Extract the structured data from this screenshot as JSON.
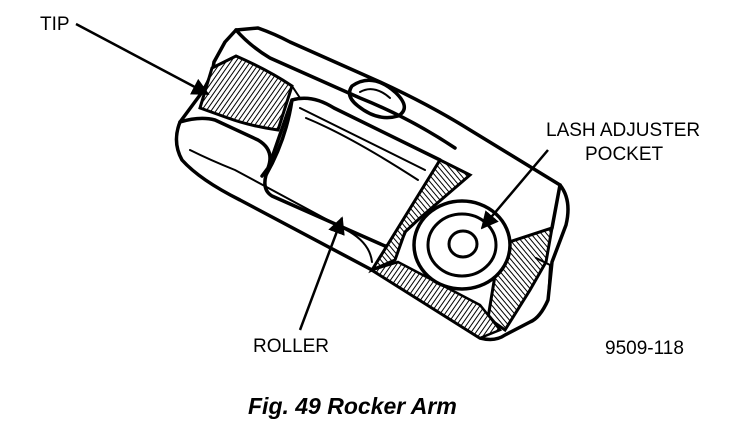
{
  "labels": {
    "tip": "TIP",
    "lash_line1": "LASH ADJUSTER",
    "lash_line2": "POCKET",
    "roller": "ROLLER",
    "figure_number": "9509-118"
  },
  "caption": "Fig. 49 Rocker Arm"
}
